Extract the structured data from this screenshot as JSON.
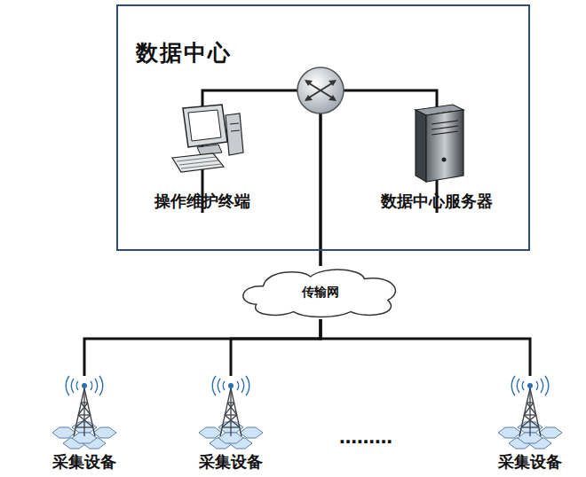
{
  "diagram": {
    "nodes": [
      {
        "text": [
          "数据中心"
        ]
      },
      {
        "text": [
          "操作维护终端"
        ],
        "in": 0
      },
      {
        "text": [
          "数据中心服务器"
        ],
        "in": 0
      },
      {
        "text": [
          "传输网"
        ]
      },
      {
        "text": [
          "采集设备"
        ]
      },
      {
        "text": [
          "采集设备"
        ]
      },
      {
        "text": [
          "采集设备"
        ]
      }
    ],
    "edges": [
      {
        "from": 1,
        "to": 3,
        "arrow": "none"
      },
      {
        "from": 2,
        "to": 3,
        "arrow": "none"
      },
      {
        "from": 3,
        "to": 4,
        "arrow": "none"
      },
      {
        "from": 3,
        "to": 5,
        "arrow": "none"
      },
      {
        "from": 3,
        "to": 6,
        "arrow": "none"
      }
    ],
    "labels": [
      "………"
    ]
  }
}
